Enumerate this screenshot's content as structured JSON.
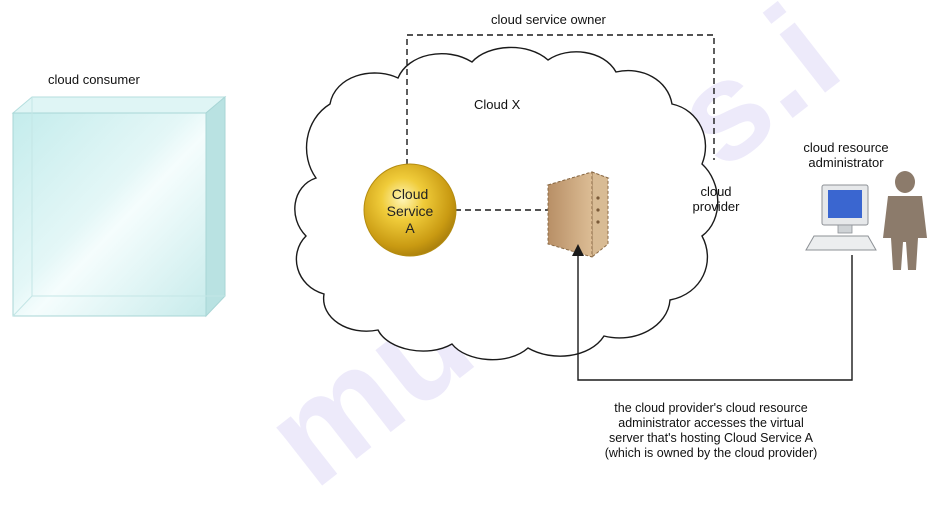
{
  "labels": {
    "cloud_consumer": "cloud consumer",
    "cloud_service_owner": "cloud service owner",
    "cloud_x": "Cloud X",
    "service_line1": "Cloud",
    "service_line2": "Service",
    "service_line3": "A",
    "cloud_provider_line1": "cloud",
    "cloud_provider_line2": "provider",
    "admin_line1": "cloud resource",
    "admin_line2": "administrator"
  },
  "caption_lines": [
    "the cloud provider's cloud resource",
    "administrator accesses the virtual",
    "server that's hosting Cloud Service A",
    "(which is owned by the cloud provider)"
  ],
  "watermark": "munotes.i",
  "colors": {
    "service_gold": "#e0b42a",
    "server_tan": "#c9a57e",
    "cube_cyan": "#cfeeee",
    "person_brown": "#8c7b6b",
    "monitor_blue": "#3a66d0",
    "watermark": "#5b3fd6"
  },
  "icons": [
    "glass-cube-icon",
    "virtual-server-icon",
    "computer-icon",
    "person-icon"
  ]
}
